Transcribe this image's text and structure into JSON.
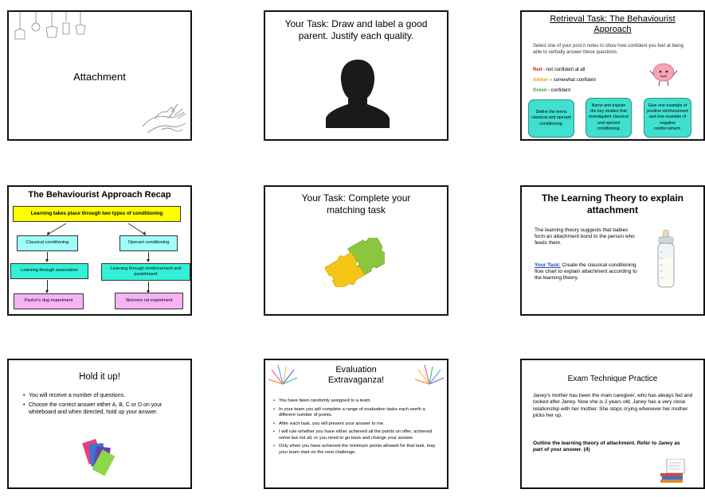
{
  "slides": [
    {
      "title": "Attachment"
    },
    {
      "title": "Your Task: Draw and label a good parent. Justify each quality."
    },
    {
      "title": "Retrieval Task: The Behaviourist Approach",
      "instructions": "Select one of your post it notes to show how confident you feel at being able to verbally answer these questions.",
      "legend": [
        {
          "color_word": "Red",
          "text": "- not confident at all",
          "color": "#e02020"
        },
        {
          "color_word": "Amber",
          "text": "– somewhat confident",
          "color": "#f0a000"
        },
        {
          "color_word": "Green",
          "text": "- confident",
          "color": "#28a745"
        }
      ],
      "boxes": [
        "Define the terms classical and operant conditioning.",
        "Name and explain the key studies that investigated classical and operant conditioning.",
        "Give one example of positive reinforcement and one example of negative reinforcement."
      ]
    },
    {
      "title": "The Behaviourist Approach Recap",
      "top_box": "Learning takes place through two types of conditioning",
      "left_col": [
        "Classical conditioning",
        "Learning through association",
        "Pavlov's dog experiment"
      ],
      "right_col": [
        "Operant conditioning",
        "Learning through reinforcement and punishment",
        "Skinners rat experiment"
      ]
    },
    {
      "title": "Your Task: Complete your matching task"
    },
    {
      "title": "The Learning Theory to explain attachment",
      "para": "The learning theory suggests that babies form an attachment bond to the person who feeds them.",
      "task_label": "Your Task:",
      "task_text": " Create the classical conditioning flow chart to explain attachment according to the learning theory."
    },
    {
      "title": "Hold it up!",
      "bullets": [
        "You will receive a number of questions.",
        "Choose the correct answer either A, B, C or D on your whiteboard and when directed, hold up your answer."
      ]
    },
    {
      "title": "Evaluation Extravaganza!",
      "bullets": [
        "You have been randomly assigned to a team.",
        "In your team you will complete a range of evaluation tasks each worth a different number of points.",
        "After each task, you will present your answer to me.",
        "I will rule whether you have either achieved all the points on offer, achieved some but not all, or you need to go back and change your answer.",
        "Only when you have achieved the minimum points allowed for that task, may your team start on the next challenge."
      ]
    },
    {
      "title": "Exam Technique Practice",
      "para": "Janey's mother has been the main caregiver, who has always fed and looked after Janey. Now she is 2 years old, Janey has a very close relationship with her mother. She stops crying whenever her mother picks her up.",
      "question": "Outline the learning theory of attachment. Refer to Janey as part of your answer. (4)"
    }
  ]
}
